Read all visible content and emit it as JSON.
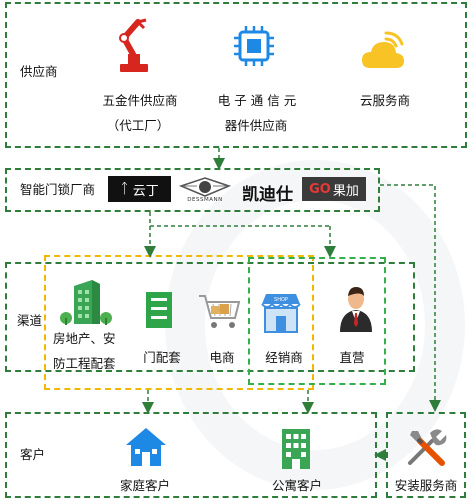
{
  "sections": {
    "supplier": "供应商",
    "lock_maker": "智能门锁厂商",
    "channel": "渠道",
    "customer": "客户",
    "installer": "安装服务商"
  },
  "suppliers": [
    {
      "label": "五金件供应商",
      "sub": "（代工厂）",
      "icon": "robot-arm-icon"
    },
    {
      "label": "电 子 通 信 元",
      "sub": "器件供应商",
      "icon": "chip-icon"
    },
    {
      "label": "云服务商",
      "sub": "",
      "icon": "cloud-icon"
    }
  ],
  "brands": {
    "yunding": "云丁",
    "dessmann": "DESSMANN",
    "kaidishi": "凯迪仕",
    "guojia_prefix": "GO",
    "guojia": "果加"
  },
  "channels": [
    {
      "label": "房地产、安",
      "sub": "防工程配套",
      "icon": "building-icon"
    },
    {
      "label": "门配套",
      "icon": "door-icon"
    },
    {
      "label": "电商",
      "icon": "cart-icon"
    },
    {
      "label": "经销商",
      "icon": "shop-icon",
      "badge": "SHOP"
    },
    {
      "label": "直营",
      "icon": "businessman-icon"
    }
  ],
  "customers": [
    {
      "label": "家庭客户",
      "icon": "house-icon"
    },
    {
      "label": "公寓客户",
      "icon": "apartment-icon"
    }
  ],
  "installer_icon": "tools-icon",
  "colors": {
    "frame": "#2f7d3a",
    "yellow_frame": "#f2b800",
    "arrow": "#2f7d3a",
    "icon_blue": "#1e88e5",
    "icon_green": "#3aa655"
  }
}
